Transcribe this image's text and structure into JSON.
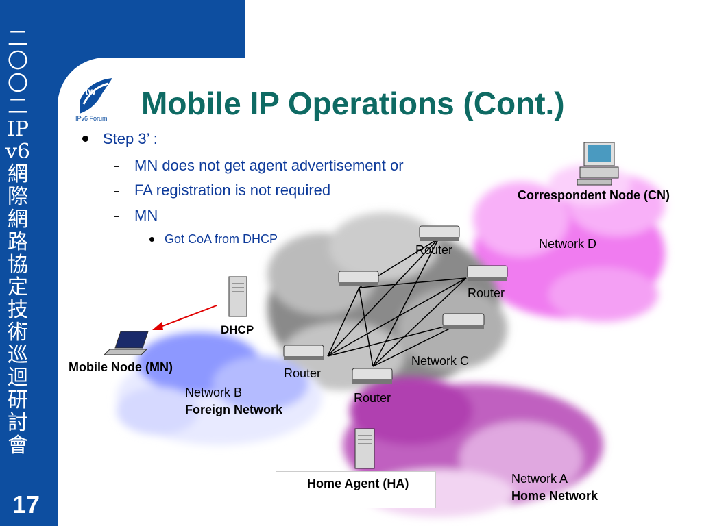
{
  "sidebar": {
    "vertical_text": "二〇〇二IPv6網際網路協定技術巡迴研討會",
    "slide_number": "17"
  },
  "logo": {
    "mark": "tw",
    "text": "IPv6 Forum"
  },
  "title": "Mobile IP Operations (Cont.)",
  "bullets": {
    "step": "Step 3’ :",
    "sub": [
      "MN does not get agent advertisement or",
      "FA registration is not required",
      "MN"
    ],
    "subsub": [
      "Got CoA from DHCP"
    ]
  },
  "diagram": {
    "correspondent_node": "Correspondent Node (CN)",
    "network_d": "Network D",
    "network_c": "Network C",
    "network_b": "Network B",
    "foreign_network": "Foreign Network",
    "network_a": "Network A",
    "home_network": "Home Network",
    "home_agent": "Home Agent (HA)",
    "mobile_node": "Mobile Node (MN)",
    "dhcp": "DHCP",
    "routers": [
      "Router",
      "Router",
      "Router",
      "Router"
    ],
    "colors": {
      "network_d": "#f07cf0",
      "network_c": "#9a9a9a",
      "network_b": "#8d98ff",
      "network_a": "#b040b0",
      "arrow": "#e00000",
      "title": "#0e6a63",
      "sidebar": "#0d4ea0"
    }
  }
}
